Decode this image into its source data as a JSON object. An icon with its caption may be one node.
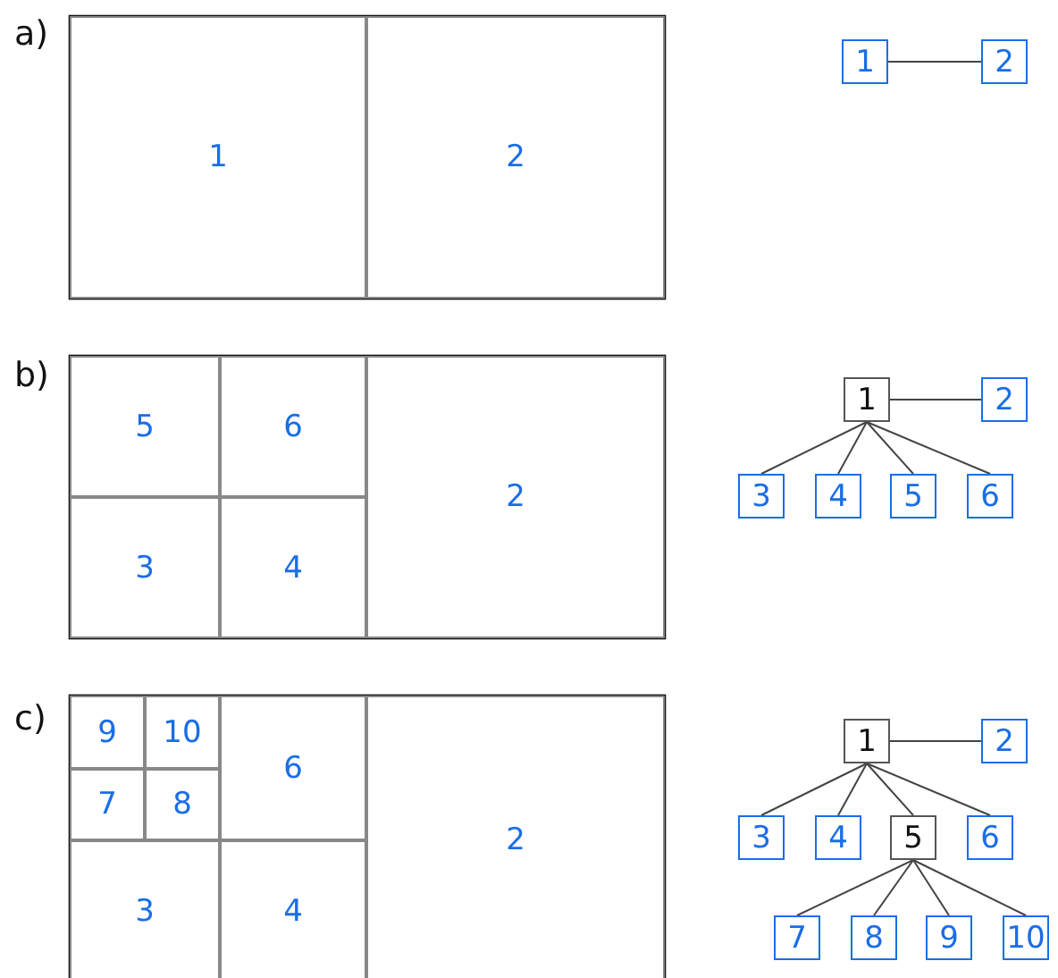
{
  "diagram": {
    "nodes": [
      {
        "text": [
          "1"
        ]
      },
      {
        "text": [
          "2"
        ]
      },
      {
        "text": [
          "1"
        ]
      },
      {
        "text": [
          "2"
        ]
      },
      {
        "text": [
          "5"
        ]
      },
      {
        "text": [
          "6"
        ]
      },
      {
        "text": [
          "3"
        ]
      },
      {
        "text": [
          "4"
        ]
      },
      {
        "text": [
          "2"
        ]
      },
      {
        "text": [
          "1"
        ]
      },
      {
        "text": [
          "2"
        ]
      },
      {
        "text": [
          "3"
        ]
      },
      {
        "text": [
          "4"
        ]
      },
      {
        "text": [
          "5"
        ]
      },
      {
        "text": [
          "6"
        ]
      },
      {
        "text": [
          "9"
        ]
      },
      {
        "text": [
          "10"
        ]
      },
      {
        "text": [
          "7"
        ]
      },
      {
        "text": [
          "8"
        ]
      },
      {
        "text": [
          "6"
        ]
      },
      {
        "text": [
          "3"
        ]
      },
      {
        "text": [
          "4"
        ]
      },
      {
        "text": [
          "2"
        ]
      },
      {
        "text": [
          "1"
        ]
      },
      {
        "text": [
          "2"
        ]
      },
      {
        "text": [
          "3"
        ]
      },
      {
        "text": [
          "4"
        ]
      },
      {
        "text": [
          "5"
        ]
      },
      {
        "text": [
          "6"
        ]
      },
      {
        "text": [
          "7"
        ]
      },
      {
        "text": [
          "8"
        ]
      },
      {
        "text": [
          "9"
        ]
      },
      {
        "text": [
          "10"
        ]
      }
    ],
    "edges": [
      {
        "from": 2,
        "to": 3,
        "arrow": "none"
      },
      {
        "from": 9,
        "to": 10,
        "arrow": "none"
      },
      {
        "from": 9,
        "to": 11,
        "arrow": "none"
      },
      {
        "from": 9,
        "to": 12,
        "arrow": "none"
      },
      {
        "from": 9,
        "to": 13,
        "arrow": "none"
      },
      {
        "from": 9,
        "to": 14,
        "arrow": "none"
      },
      {
        "from": 23,
        "to": 24,
        "arrow": "none"
      },
      {
        "from": 23,
        "to": 25,
        "arrow": "none"
      },
      {
        "from": 23,
        "to": 26,
        "arrow": "none"
      },
      {
        "from": 23,
        "to": 27,
        "arrow": "none"
      },
      {
        "from": 23,
        "to": 28,
        "arrow": "none"
      },
      {
        "from": 27,
        "to": 29,
        "arrow": "none"
      },
      {
        "from": 27,
        "to": 30,
        "arrow": "none"
      },
      {
        "from": 27,
        "to": 31,
        "arrow": "none"
      },
      {
        "from": 27,
        "to": 32,
        "arrow": "none"
      }
    ],
    "labels": [
      "a)",
      "b)",
      "c)"
    ]
  }
}
